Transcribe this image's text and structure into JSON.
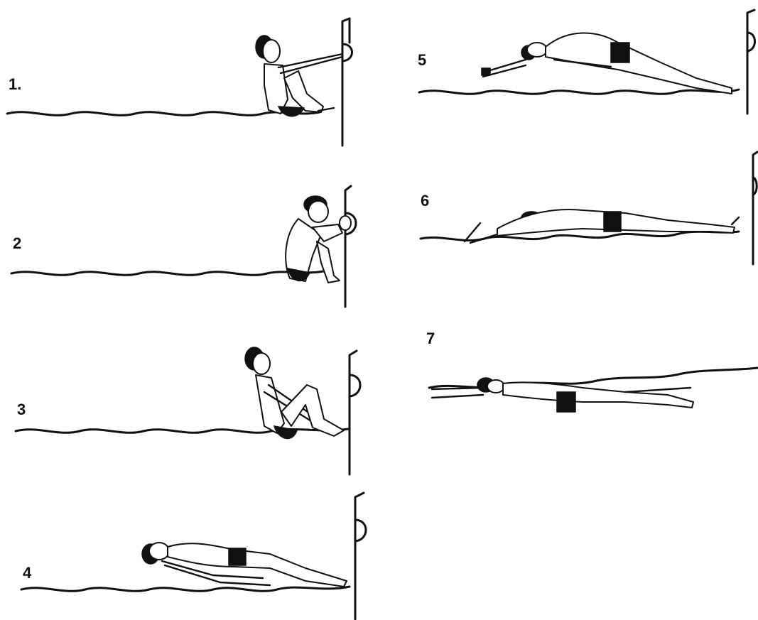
{
  "figure": {
    "steps": [
      {
        "label": "1.",
        "panel": "step-1"
      },
      {
        "label": "2",
        "panel": "step-2"
      },
      {
        "label": "3",
        "panel": "step-3"
      },
      {
        "label": "4",
        "panel": "step-4"
      },
      {
        "label": "5",
        "panel": "step-5"
      },
      {
        "label": "6",
        "panel": "step-6"
      },
      {
        "label": "7",
        "panel": "step-7"
      }
    ],
    "colors": {
      "ink": "#111111",
      "paper": "#ffffff"
    },
    "icons": [
      "swimmer-figure",
      "water-line",
      "pool-wall"
    ]
  }
}
